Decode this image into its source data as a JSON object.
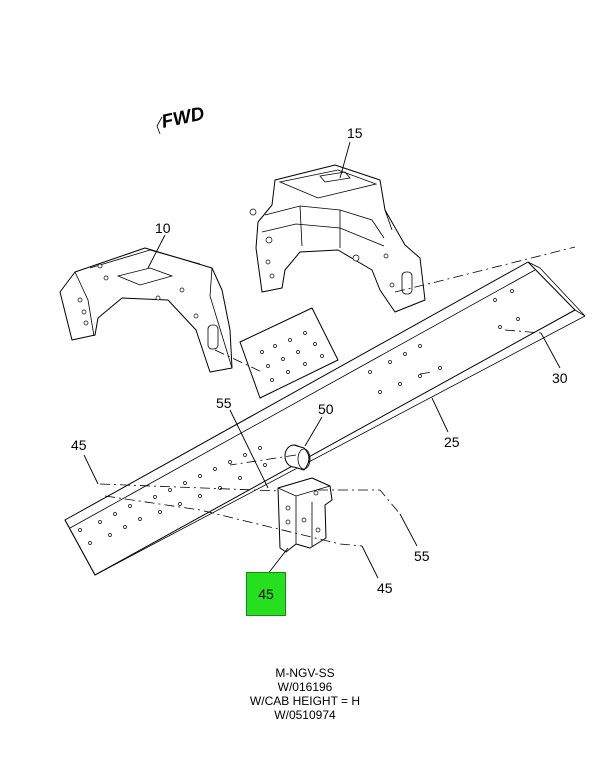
{
  "direction_label": "FWD",
  "callouts": {
    "c15": "15",
    "c10": "10",
    "c30": "30",
    "c55_top": "55",
    "c50": "50",
    "c25": "25",
    "c45_left": "45",
    "c55_right": "55",
    "c45_right": "45",
    "c45_highlight": "45"
  },
  "highlight_color": "#26e01f",
  "caption": {
    "line1": "M-NGV-SS",
    "line2": "W/016196",
    "line3": "W/CAB HEIGHT = H",
    "line4": "W/0510974"
  }
}
